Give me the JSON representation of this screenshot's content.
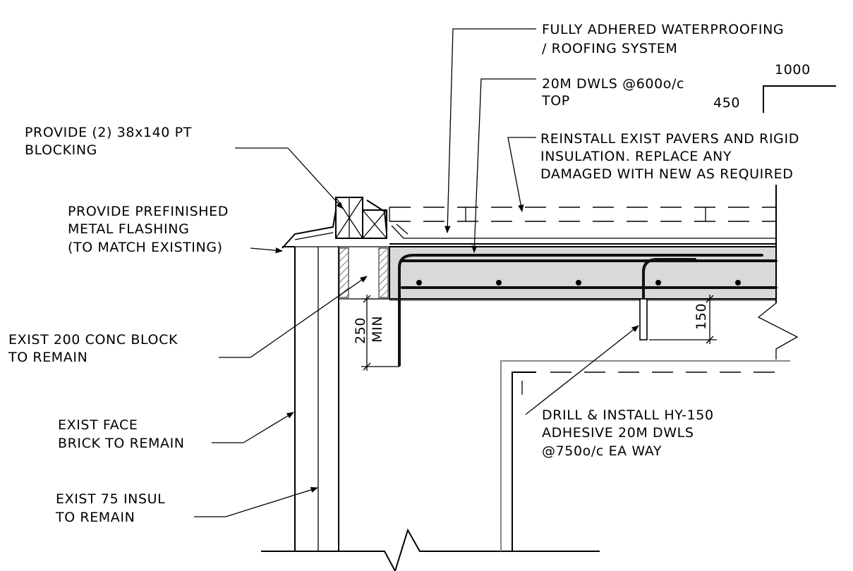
{
  "notes": {
    "waterproofing": [
      "FULLY ADHERED WATERPROOFING",
      "/ ROOFING SYSTEM"
    ],
    "dowels_top": [
      "20M DWLS @600o/c",
      "TOP"
    ],
    "dim_450": "450",
    "dim_1000": "1000",
    "pavers": [
      "REINSTALL EXIST PAVERS AND RIGID",
      "INSULATION. REPLACE ANY",
      "DAMAGED WITH NEW AS REQUIRED"
    ],
    "blocking": [
      "PROVIDE (2) 38x140 PT",
      "BLOCKING"
    ],
    "flashing": [
      "PROVIDE PREFINISHED",
      "METAL FLASHING",
      "(TO MATCH EXISTING)"
    ],
    "conc_block": [
      "EXIST 200 CONC BLOCK",
      "TO REMAIN"
    ],
    "face_brick": [
      "EXIST FACE",
      "BRICK TO REMAIN"
    ],
    "insulation": [
      "EXIST 75 INSUL",
      "TO REMAIN"
    ],
    "drill": [
      "DRILL & INSTALL HY-150",
      "ADHESIVE 20M DWLS",
      "@750o/c EA WAY"
    ],
    "dim_250": "250",
    "dim_min": "MIN",
    "dim_150": "150"
  }
}
